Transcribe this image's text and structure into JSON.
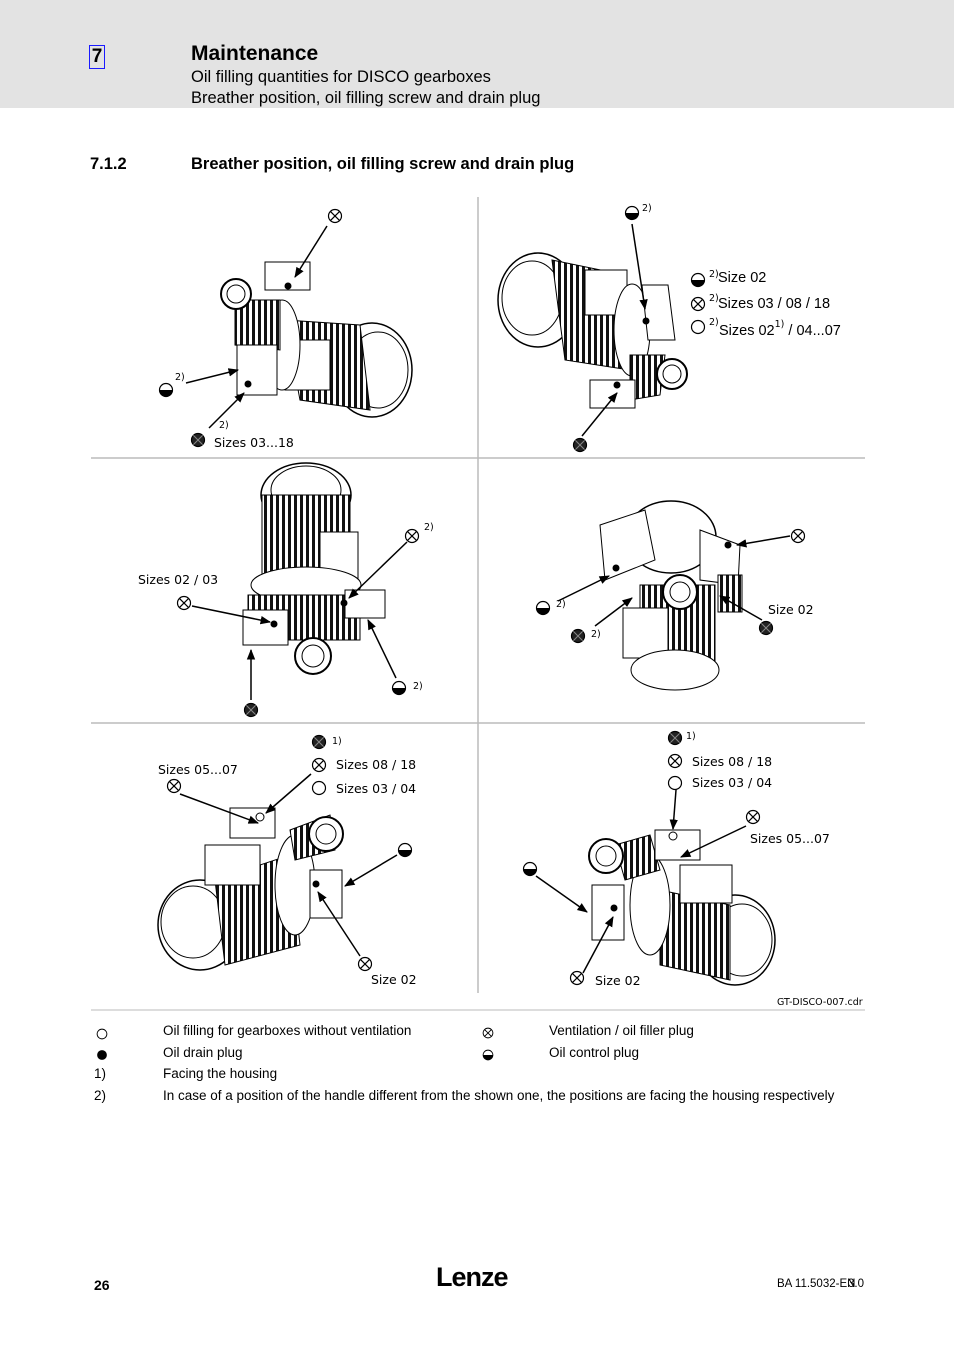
{
  "header": {
    "chapter_number": "7",
    "chapter_title": "Maintenance",
    "subtitle_1": "Oil filling quantities for DISCO gearboxes",
    "subtitle_2": "Breather position, oil filling screw and drain plug"
  },
  "section": {
    "number": "7.1.2",
    "title": "Breather position, oil filling screw and drain plug"
  },
  "figure": {
    "panel1": {
      "note_a": "2)",
      "note_b": "2)",
      "sizes_label": "Sizes 03...18"
    },
    "panel2": {
      "note_top": "2)",
      "rows": [
        {
          "note": "2)",
          "text": "Size 02"
        },
        {
          "note": "2)",
          "text": "Sizes 03 / 08 / 18"
        },
        {
          "note": "2)",
          "text": "Sizes 02",
          "sup": "1)",
          "text_after": " / 04...07"
        }
      ]
    },
    "panel3": {
      "sizes_label": "Sizes 02 / 03",
      "note_a": "2)",
      "note_b": "2)"
    },
    "panel4": {
      "note_a": "2)",
      "note_b": "2)",
      "size_label": "Size 02"
    },
    "panel5": {
      "note_top": "1)",
      "sizes_0507": "Sizes 05...07",
      "sizes_0818": "Sizes 08 / 18",
      "sizes_0304": "Sizes 03 / 04",
      "size_02": "Size 02"
    },
    "panel6": {
      "note_top": "1)",
      "sizes_0818": "Sizes 08 / 18",
      "sizes_0304": "Sizes 03 / 04",
      "sizes_0507": "Sizes 05...07",
      "size_02": "Size 02"
    },
    "file_ref": "GT-DISCO-007.cdr"
  },
  "legend": {
    "oil_filling": "Oil filling for gearboxes without ventilation",
    "oil_drain": "Oil drain plug",
    "ventilation": "Ventilation / oil filler plug",
    "oil_control": "Oil control plug",
    "note1_key": "1)",
    "note1_text": "Facing the housing",
    "note2_key": "2)",
    "note2_text": "In case of a position of the handle different from the shown one, the positions are facing the housing respectively"
  },
  "footer": {
    "page": "26",
    "logo": "Lenze",
    "doc_id": "BA 11.5032-EN",
    "version": "3.0"
  }
}
